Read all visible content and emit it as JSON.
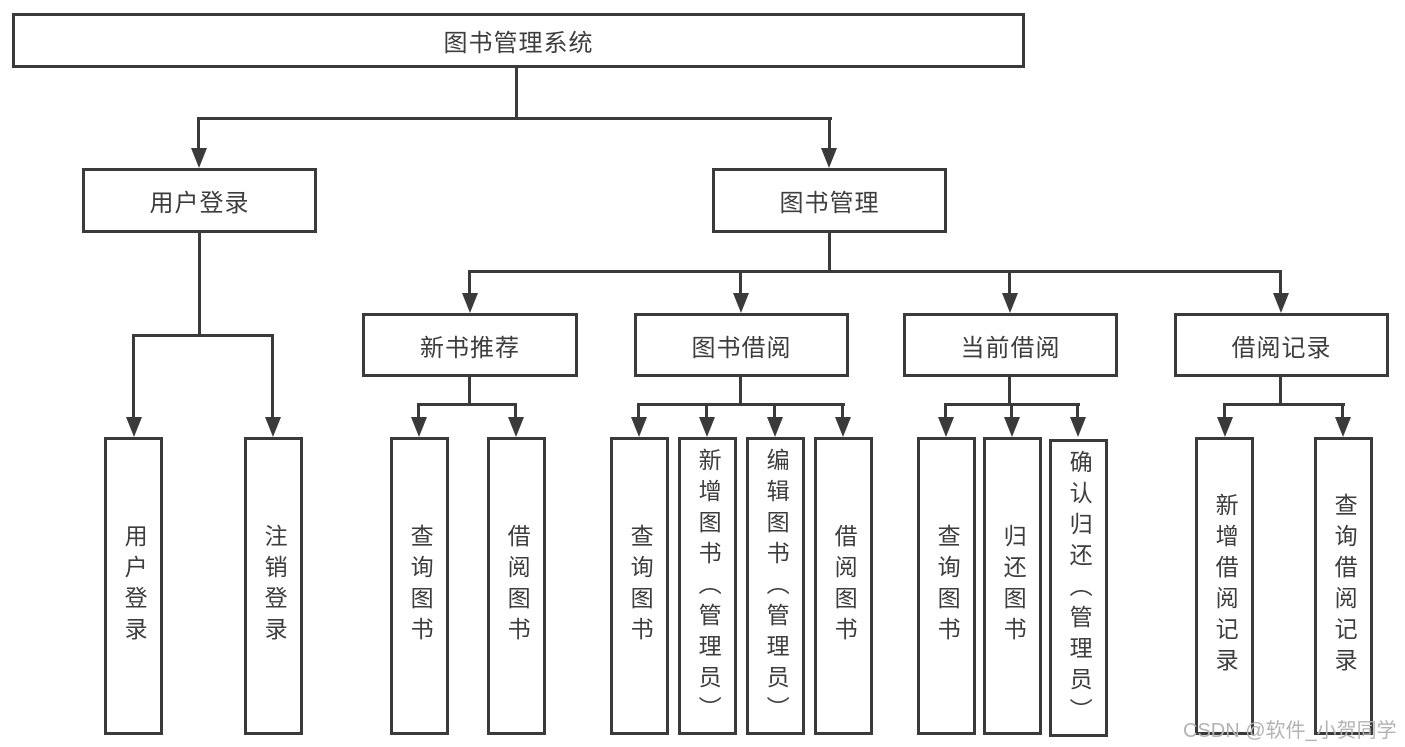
{
  "diagram": {
    "title": "图书管理系统",
    "colors": {
      "line": "#3a3a3a",
      "text": "#3d3d3d",
      "watermark": "#b3b3b3",
      "background": "#ffffff"
    },
    "level2": {
      "user_login": "用户登录",
      "book_mgmt": "图书管理"
    },
    "level3": {
      "new_books": "新书推荐",
      "borrowing": "图书借阅",
      "current": "当前借阅",
      "records": "借阅记录"
    },
    "leaves": {
      "user_login": "用户登录",
      "logout": "注销登录",
      "nb_query": "查询图书",
      "nb_borrow": "借阅图书",
      "bb_query": "查询图书",
      "bb_add": "新增图书（管理员）",
      "bb_edit": "编辑图书（管理员）",
      "bb_borrow": "借阅图书",
      "cb_query": "查询图书",
      "cb_return": "归还图书",
      "cb_confirm": "确认归还（管理员）",
      "br_add": "新增借阅记录",
      "br_query": "查询借阅记录"
    },
    "watermark": "CSDN @软件_小贺同学"
  }
}
